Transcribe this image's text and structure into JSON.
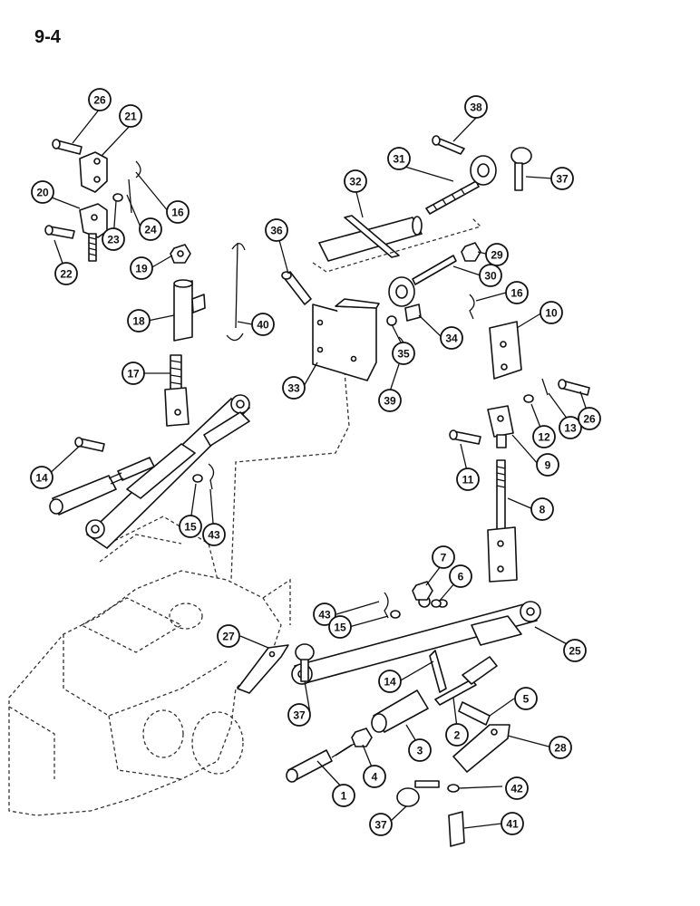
{
  "page_number": "9-4",
  "callouts": [
    "26",
    "21",
    "38",
    "31",
    "37",
    "20",
    "16",
    "24",
    "23",
    "32",
    "22",
    "36",
    "19",
    "29",
    "30",
    "40",
    "18",
    "16",
    "10",
    "35",
    "34",
    "33",
    "17",
    "39",
    "12",
    "13",
    "26",
    "14",
    "11",
    "9",
    "8",
    "15",
    "43",
    "7",
    "6",
    "43",
    "15",
    "27",
    "25",
    "5",
    "37",
    "14",
    "2",
    "3",
    "28",
    "1",
    "4",
    "42",
    "37",
    "41"
  ]
}
